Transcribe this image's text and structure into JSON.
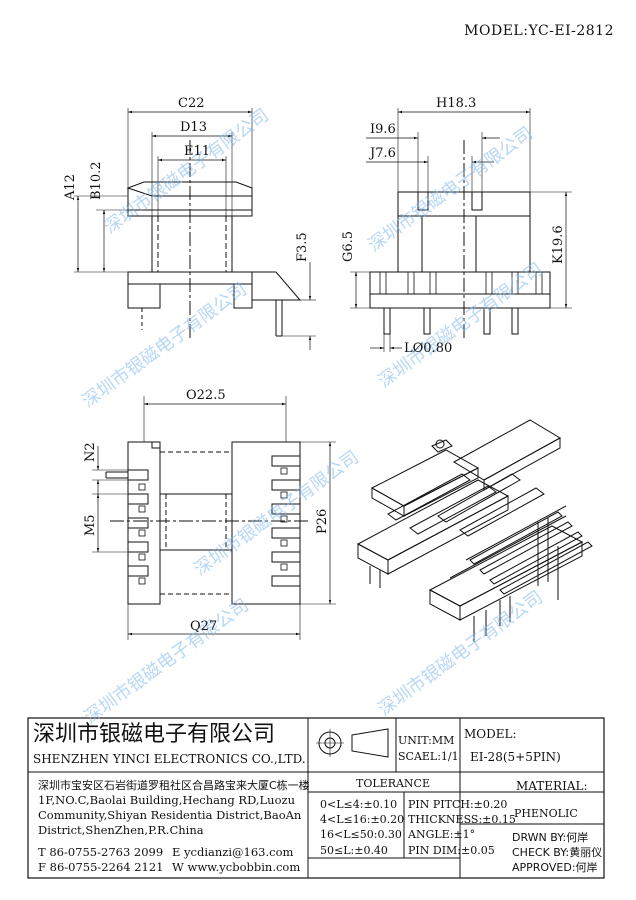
{
  "header": {
    "model": "MODEL:YC-EI-2812"
  },
  "dimensions": {
    "c22": "C22",
    "d13": "D13",
    "e11": "E11",
    "a12": "A12",
    "b10": "B10.2",
    "f35": "F3.5",
    "h183": "H18.3",
    "i96": "I9.6",
    "j76": "J7.6",
    "g65": "G6.5",
    "k196": "K19.6",
    "l080": "LØ0.80",
    "o225": "O22.5",
    "n2": "N2",
    "m5": "M5",
    "p26": "P26",
    "q27": "Q27"
  },
  "watermark": {
    "text": "深圳市银磁电子有限公司"
  },
  "company": {
    "name_cn": "深圳市银磁电子有限公司",
    "name_en": "SHENZHEN YINCI ELECTRONICS CO.,LTD.",
    "address_cn": "深圳市宝安区石岩街道罗租社区合昌路宝来大厦C栋一楼",
    "address_en_1": "1F,NO.C,Baolai Building,Hechang RD,Luozu",
    "address_en_2": "Community,Shiyan Residentia District,BaoAn",
    "address_en_3": "District,ShenZhen,P.R.China",
    "tel": "T 86-0755-2763 2099",
    "fax": "F 86-0755-2264 2121",
    "email": "E ycdianzi@163.com",
    "web": "W www.ycbobbin.com"
  },
  "specs": {
    "unit": "UNIT:MM",
    "scale": "SCAEL:1/1",
    "tolerance_title": "TOLERANCE",
    "tol_rows": [
      "0<L≤4:±0.10",
      "4<L≤16:±0.20",
      "16<L≤50:0.30",
      "50≤L:±0.40"
    ],
    "pin_rows": [
      "PIN PITCH:±0.20",
      "THICKNESS:±0.15",
      "ANGLE:±1°",
      "PIN DIM:±0.05"
    ]
  },
  "model_box": {
    "label": "MODEL:",
    "value": "EI-28(5+5PIN)"
  },
  "material": {
    "label": "MATERIAL:",
    "value": "PHENOLIC"
  },
  "signoff": {
    "drawn": "DRWN BY:何岸",
    "check": "CHECK BY:黄丽仪",
    "approved": "APPROVED:何岸"
  }
}
